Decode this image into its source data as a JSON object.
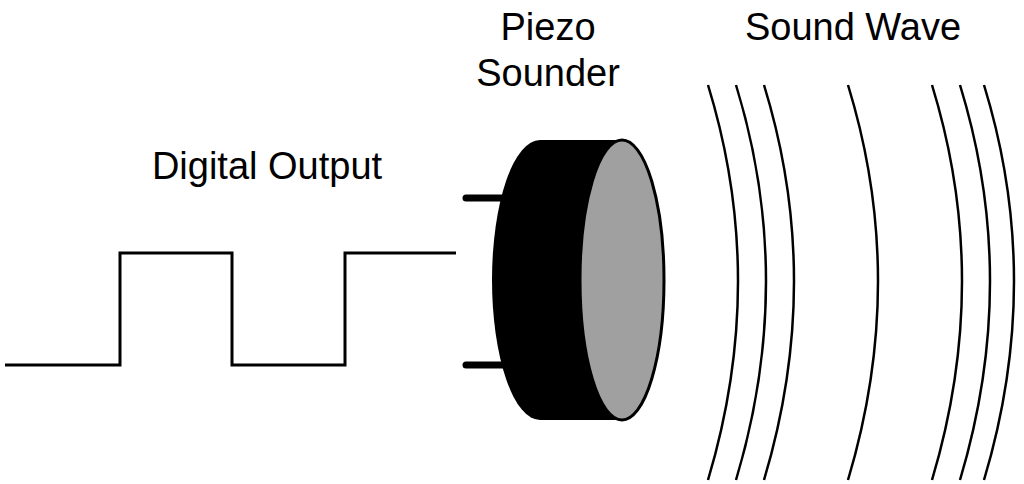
{
  "diagram": {
    "labels": [
      "Digital Output",
      "Piezo Sounder",
      "Sound Wave"
    ]
  }
}
